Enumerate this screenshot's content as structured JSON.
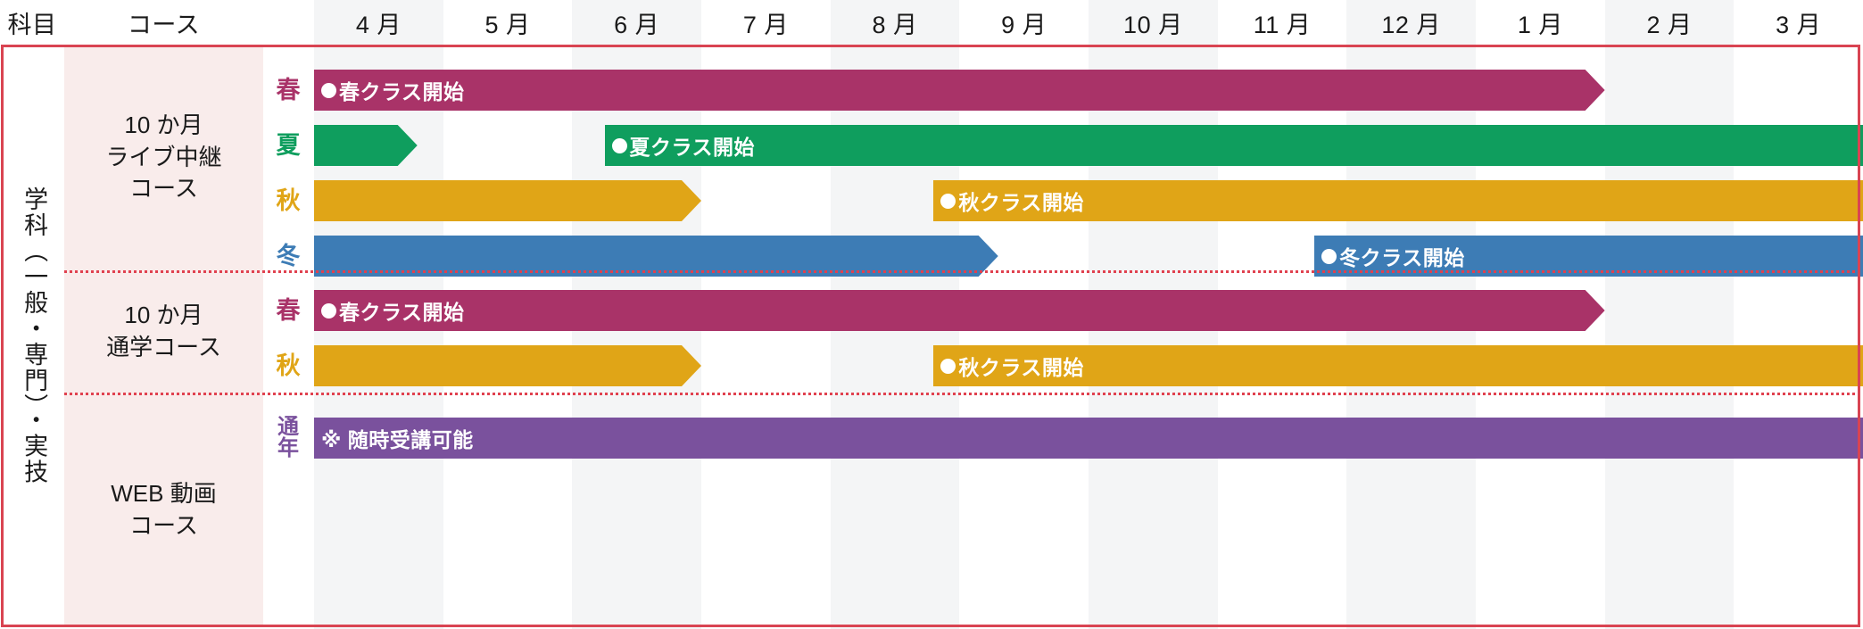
{
  "header": {
    "col_subject": "科目",
    "col_course": "コース",
    "months": [
      "4 月",
      "5 月",
      "6 月",
      "7 月",
      "8 月",
      "9 月",
      "10 月",
      "11 月",
      "12 月",
      "1 月",
      "2 月",
      "3 月"
    ]
  },
  "subject_label": "学科（一般・専門）・実技",
  "colors": {
    "spring": "#a93368",
    "summer": "#0f9e5e",
    "autumn": "#e0a517",
    "winter": "#3d7cb5",
    "yearround": "#7a519d",
    "frame_red": "#d94452",
    "dotted_red": "#e0414f",
    "course_bg": "#f9eceb",
    "month_shade": "#f4f5f6"
  },
  "groups": [
    {
      "course_lines": [
        "10 か月",
        "ライブ中継",
        "コース"
      ],
      "rows": [
        {
          "season": "春",
          "season_color": "#a93368",
          "bars": [
            {
              "label": "●春クラス開始",
              "color": "#a93368",
              "start_month": 0,
              "end_month": 10.0,
              "arrow": true,
              "has_dot": true
            }
          ]
        },
        {
          "season": "夏",
          "season_color": "#0f9e5e",
          "bars": [
            {
              "label": "",
              "color": "#0f9e5e",
              "start_month": 0,
              "end_month": 0.8,
              "arrow": true,
              "has_dot": false
            },
            {
              "label": "●夏クラス開始",
              "color": "#0f9e5e",
              "start_month": 2.25,
              "end_month": 12,
              "arrow": false,
              "has_dot": true
            }
          ]
        },
        {
          "season": "秋",
          "season_color": "#e0a517",
          "bars": [
            {
              "label": "",
              "color": "#e0a517",
              "start_month": 0,
              "end_month": 3.0,
              "arrow": true,
              "has_dot": false
            },
            {
              "label": "●秋クラス開始",
              "color": "#e0a517",
              "start_month": 4.8,
              "end_month": 12,
              "arrow": false,
              "has_dot": true
            }
          ]
        },
        {
          "season": "冬",
          "season_color": "#3d7cb5",
          "bars": [
            {
              "label": "",
              "color": "#3d7cb5",
              "start_month": 0,
              "end_month": 5.3,
              "arrow": true,
              "has_dot": false
            },
            {
              "label": "●冬クラス開始",
              "color": "#3d7cb5",
              "start_month": 7.75,
              "end_month": 12,
              "arrow": false,
              "has_dot": true
            }
          ]
        }
      ]
    },
    {
      "course_lines": [
        "10 か月",
        "通学コース"
      ],
      "rows": [
        {
          "season": "春",
          "season_color": "#a93368",
          "bars": [
            {
              "label": "●春クラス開始",
              "color": "#a93368",
              "start_month": 0,
              "end_month": 10.0,
              "arrow": true,
              "has_dot": true
            }
          ]
        },
        {
          "season": "秋",
          "season_color": "#e0a517",
          "bars": [
            {
              "label": "",
              "color": "#e0a517",
              "start_month": 0,
              "end_month": 3.0,
              "arrow": true,
              "has_dot": false
            },
            {
              "label": "●秋クラス開始",
              "color": "#e0a517",
              "start_month": 4.8,
              "end_month": 12,
              "arrow": false,
              "has_dot": true
            }
          ]
        }
      ]
    },
    {
      "course_lines": [
        "WEB 動画",
        "コース"
      ],
      "rows": [
        {
          "season": "通年",
          "season_color": "#7a519d",
          "stacked": true,
          "bars": [
            {
              "label": "※ 随時受講可能",
              "color": "#7a519d",
              "start_month": 0,
              "end_month": 12,
              "arrow": false,
              "has_dot": false
            }
          ]
        }
      ]
    }
  ],
  "chart_data": {
    "type": "bar",
    "title": "",
    "xlabel": "",
    "ylabel": "",
    "categories": [
      "4 月",
      "5 月",
      "6 月",
      "7 月",
      "8 月",
      "9 月",
      "10 月",
      "11 月",
      "12 月",
      "1 月",
      "2 月",
      "3 月"
    ],
    "grid": false,
    "legend_position": "none",
    "series": [
      {
        "name": "10 か月ライブ中継コース 春",
        "label": "●春クラス開始",
        "color": "#a93368",
        "segments": [
          [
            0,
            10.0
          ]
        ]
      },
      {
        "name": "10 か月ライブ中継コース 夏",
        "label": "●夏クラス開始",
        "color": "#0f9e5e",
        "segments": [
          [
            0,
            0.8
          ],
          [
            2.25,
            12
          ]
        ]
      },
      {
        "name": "10 か月ライブ中継コース 秋",
        "label": "●秋クラス開始",
        "color": "#e0a517",
        "segments": [
          [
            0,
            3.0
          ],
          [
            4.8,
            12
          ]
        ]
      },
      {
        "name": "10 か月ライブ中継コース 冬",
        "label": "●冬クラス開始",
        "color": "#3d7cb5",
        "segments": [
          [
            0,
            5.3
          ],
          [
            7.75,
            12
          ]
        ]
      },
      {
        "name": "10 か月通学コース 春",
        "label": "●春クラス開始",
        "color": "#a93368",
        "segments": [
          [
            0,
            10.0
          ]
        ]
      },
      {
        "name": "10 か月通学コース 秋",
        "label": "●秋クラス開始",
        "color": "#e0a517",
        "segments": [
          [
            0,
            3.0
          ],
          [
            4.8,
            12
          ]
        ]
      },
      {
        "name": "WEB 動画コース 通年",
        "label": "※ 随時受講可能",
        "color": "#7a519d",
        "segments": [
          [
            0,
            12
          ]
        ]
      }
    ]
  }
}
